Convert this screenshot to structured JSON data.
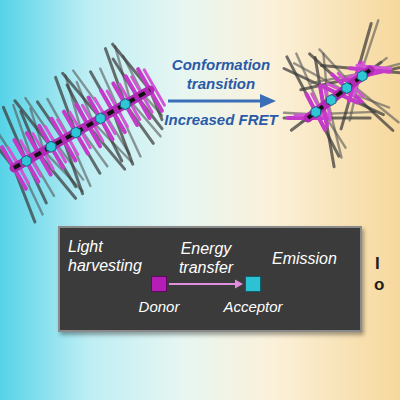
{
  "diagram": {
    "nodes": [
      {
        "text": [
          "Donor"
        ]
      },
      {
        "text": [
          "Acceptor"
        ]
      }
    ],
    "edges": [
      {
        "from": 0,
        "to": 1,
        "arrow": "to",
        "label": "Energy transfer"
      }
    ],
    "labels": [
      "Conformation transition",
      "Increased FRET",
      "Light harvesting",
      "Emission",
      "I",
      "o"
    ]
  }
}
